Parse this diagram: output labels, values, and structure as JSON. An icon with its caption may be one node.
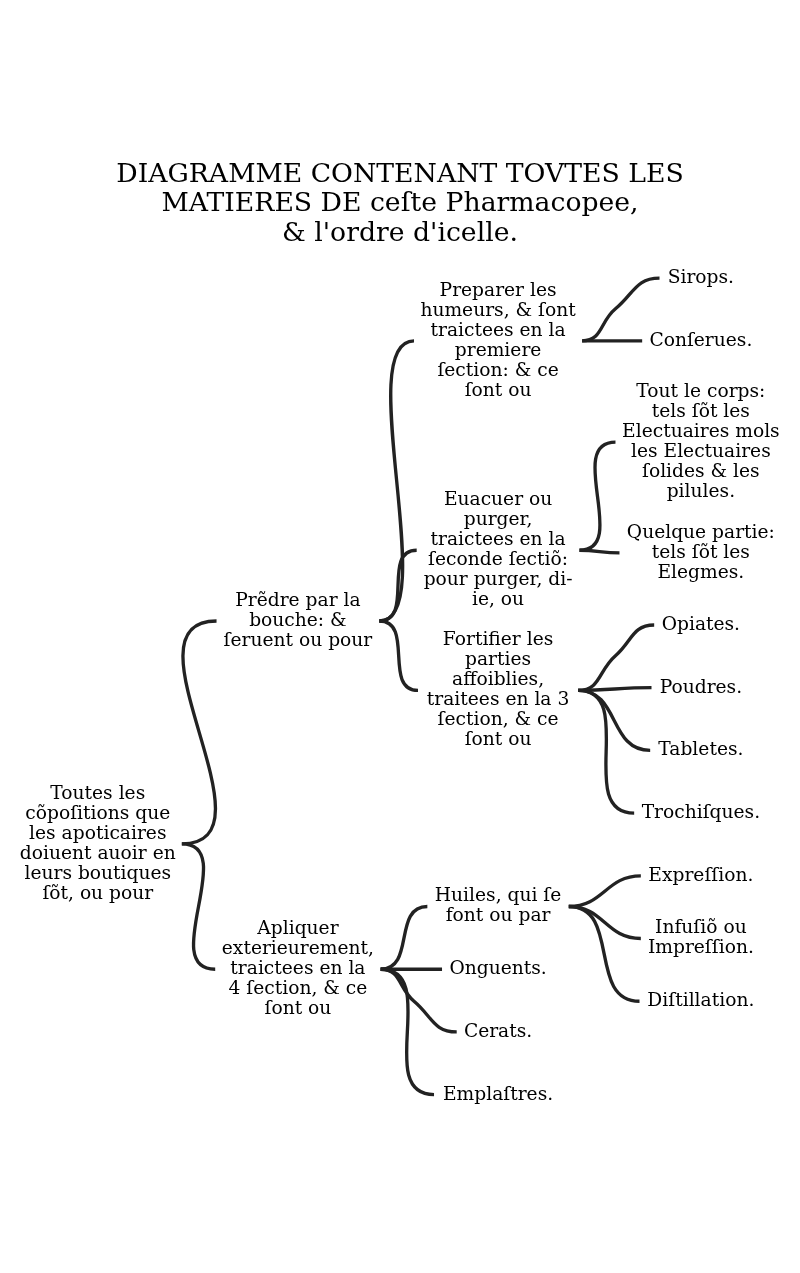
{
  "diagram": {
    "title": "DIAGRAMME CONTENANT TOVTES LES MATIERES DE ceſte Pharmacopee, & l'ordre d'icelle.",
    "nodes": [
      {
        "text": [
          "Toutes les cõpoſitions que les apoticaires doiuent auoir en leurs boutiques ſõt, ou pour"
        ]
      },
      {
        "text": [
          "Prẽdre par la bouche: & ſeruent ou pour"
        ]
      },
      {
        "text": [
          "Apliquer exterieurement, traictees en la 4 ſection, & ce ſont ou"
        ]
      },
      {
        "text": [
          "Preparer les humeurs, & ſont traictees en la premiere ſection: & ce ſont ou"
        ]
      },
      {
        "text": [
          "Euacuer ou purger, traictees en la ſeconde ſectiõ: pour purger, di-ie, ou"
        ]
      },
      {
        "text": [
          "Fortifier les parties affoiblies, traitees en la 3 ſection, & ce ſont ou"
        ]
      },
      {
        "text": [
          "Sirops."
        ]
      },
      {
        "text": [
          "Conſerues."
        ]
      },
      {
        "text": [
          "Tout le corps: tels ſõt les Electuaires mols les Electuaires ſolides & les pilules."
        ]
      },
      {
        "text": [
          "Quelque partie: tels ſõt les Elegmes."
        ]
      },
      {
        "text": [
          "Opiates."
        ]
      },
      {
        "text": [
          "Poudres."
        ]
      },
      {
        "text": [
          "Tabletes."
        ]
      },
      {
        "text": [
          "Trochiſques."
        ]
      },
      {
        "text": [
          "Huiles, qui ſe font ou par"
        ]
      },
      {
        "text": [
          "Onguents."
        ]
      },
      {
        "text": [
          "Cerats."
        ]
      },
      {
        "text": [
          "Emplaſtres."
        ]
      },
      {
        "text": [
          "Expreſſion."
        ]
      },
      {
        "text": [
          "Infuſiõ ou Impreſſion."
        ]
      },
      {
        "text": [
          "Diſtillation."
        ]
      }
    ],
    "edges": [
      {
        "from": 0,
        "to": 1,
        "arrow": "none"
      },
      {
        "from": 0,
        "to": 2,
        "arrow": "none"
      },
      {
        "from": 1,
        "to": 3,
        "arrow": "none"
      },
      {
        "from": 1,
        "to": 4,
        "arrow": "none"
      },
      {
        "from": 1,
        "to": 5,
        "arrow": "none"
      },
      {
        "from": 3,
        "to": 6,
        "arrow": "none"
      },
      {
        "from": 3,
        "to": 7,
        "arrow": "none"
      },
      {
        "from": 4,
        "to": 8,
        "arrow": "none"
      },
      {
        "from": 4,
        "to": 9,
        "arrow": "none"
      },
      {
        "from": 5,
        "to": 10,
        "arrow": "none"
      },
      {
        "from": 5,
        "to": 11,
        "arrow": "none"
      },
      {
        "from": 5,
        "to": 12,
        "arrow": "none"
      },
      {
        "from": 5,
        "to": 13,
        "arrow": "none"
      },
      {
        "from": 2,
        "to": 14,
        "arrow": "none"
      },
      {
        "from": 2,
        "to": 15,
        "arrow": "none"
      },
      {
        "from": 2,
        "to": 16,
        "arrow": "none"
      },
      {
        "from": 2,
        "to": 17,
        "arrow": "none"
      },
      {
        "from": 14,
        "to": 18,
        "arrow": "none"
      },
      {
        "from": 14,
        "to": 19,
        "arrow": "none"
      },
      {
        "from": 14,
        "to": 20,
        "arrow": "none"
      }
    ]
  }
}
